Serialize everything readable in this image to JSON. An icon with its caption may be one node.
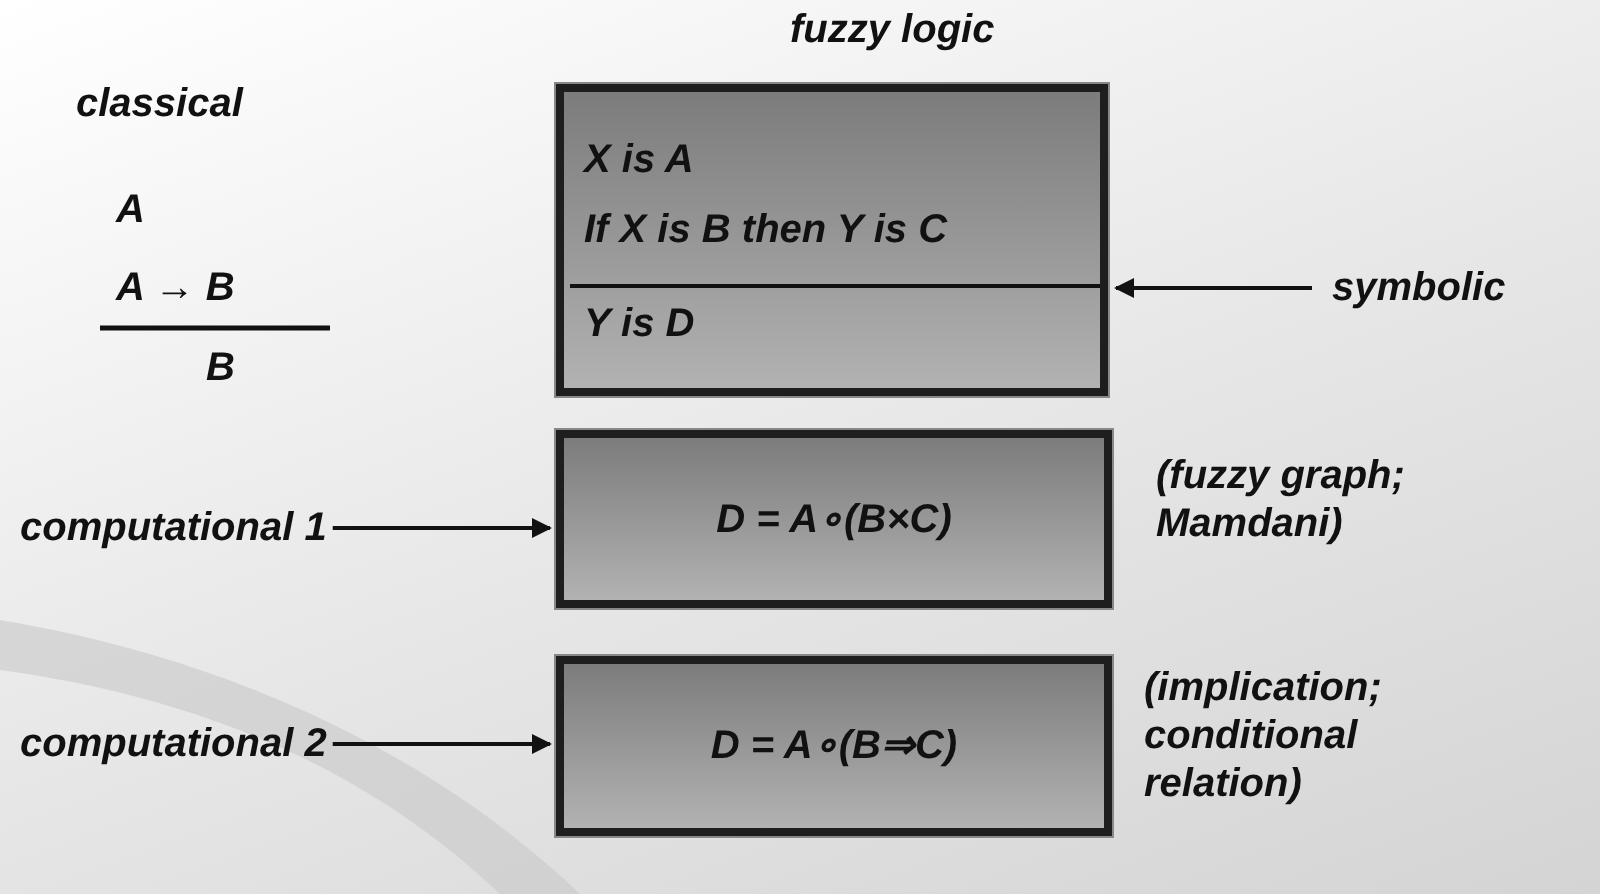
{
  "diagram": {
    "nodes": [
      {
        "text": [
          "X is A",
          "If X is B then Y is C",
          "Y is D"
        ]
      },
      {
        "text": [
          "symbolic"
        ]
      },
      {
        "text": [
          "D = A∘(B×C)"
        ],
        "beside": [
          "(fuzzy graph; Mamdani)"
        ]
      },
      {
        "text": [
          "computational 1"
        ]
      },
      {
        "text": [
          "D = A∘(B⇒C)"
        ],
        "beside": [
          "(implication; conditional relation)"
        ]
      },
      {
        "text": [
          "computational 2"
        ]
      }
    ],
    "edges": [
      {
        "from": 1,
        "to": 0,
        "arrow": "to"
      },
      {
        "from": 3,
        "to": 2,
        "arrow": "to"
      },
      {
        "from": 5,
        "to": 4,
        "arrow": "to"
      }
    ],
    "labels": [
      "fuzzy logic",
      "classical",
      "A",
      "A → B",
      "B"
    ]
  }
}
